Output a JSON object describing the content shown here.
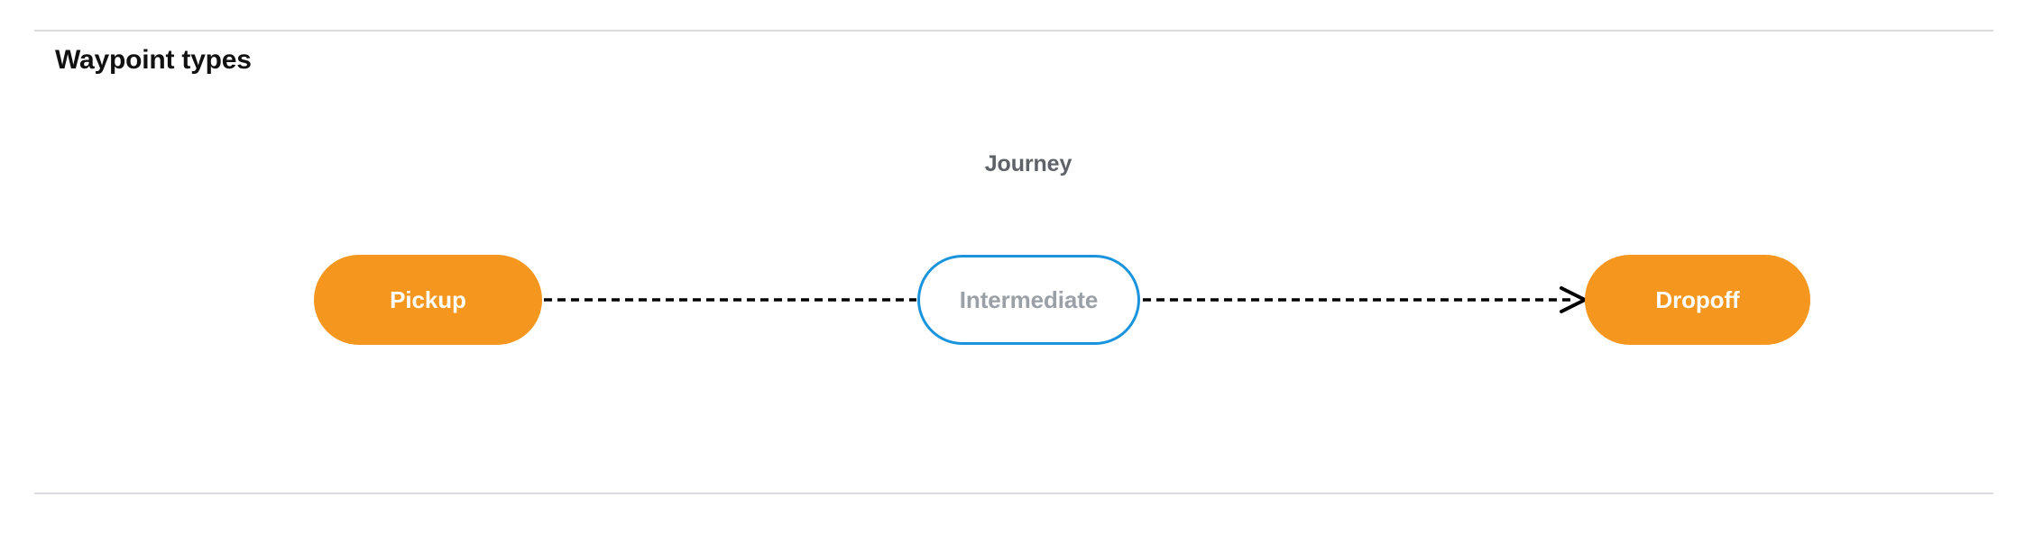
{
  "section": {
    "title": "Waypoint types"
  },
  "diagram": {
    "group_label": "Journey",
    "nodes": [
      {
        "id": "pickup",
        "label": "Pickup",
        "fill": "#F5961E",
        "text_color": "#ffffff",
        "border_color": "none"
      },
      {
        "id": "intermediate",
        "label": "Intermediate",
        "fill": "#ffffff",
        "text_color": "#9aa0a6",
        "border_color": "#1A94DC"
      },
      {
        "id": "dropoff",
        "label": "Dropoff",
        "fill": "#F5961E",
        "text_color": "#ffffff",
        "border_color": "none"
      }
    ],
    "connectors": [
      {
        "from": "pickup",
        "to": "intermediate",
        "style": "dashed",
        "color": "#000000",
        "arrowhead": "none"
      },
      {
        "from": "intermediate",
        "to": "dropoff",
        "style": "dashed",
        "color": "#000000",
        "arrowhead": "right"
      }
    ]
  },
  "colors": {
    "rule": "#dadce0",
    "accent_orange": "#F5961E",
    "accent_blue": "#1A94DC",
    "muted_text": "#5f6368",
    "title_text": "#111111"
  }
}
